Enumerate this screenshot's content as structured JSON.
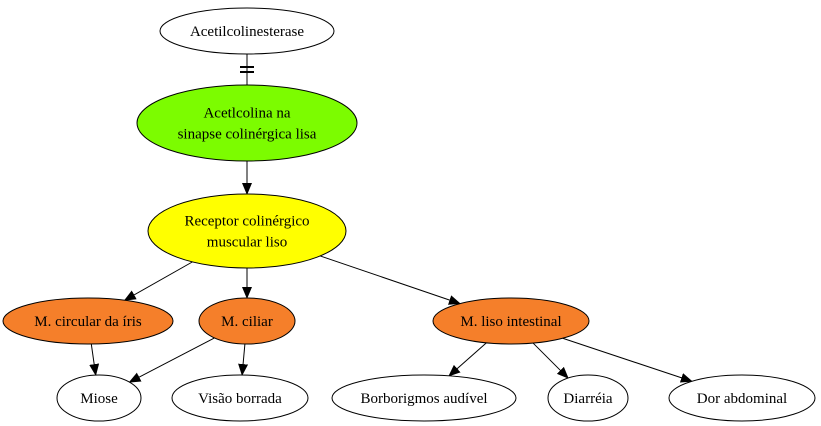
{
  "diagram": {
    "colors": {
      "green": "#7cfc00",
      "yellow": "#ffff00",
      "orange": "#f57f2a",
      "white": "#ffffff",
      "stroke": "#000000"
    },
    "nodes": [
      {
        "id": "acetilcolinesterase",
        "lines": [
          "Acetilcolinesterase"
        ],
        "fill": "white"
      },
      {
        "id": "acetilcolina",
        "lines": [
          "Acetlcolina na",
          "sinapse colinérgica lisa"
        ],
        "fill": "green"
      },
      {
        "id": "receptor",
        "lines": [
          "Receptor colinérgico",
          "muscular liso"
        ],
        "fill": "yellow"
      },
      {
        "id": "circular-iris",
        "lines": [
          "M. circular da íris"
        ],
        "fill": "orange"
      },
      {
        "id": "ciliar",
        "lines": [
          "M. ciliar"
        ],
        "fill": "orange"
      },
      {
        "id": "liso-intestinal",
        "lines": [
          "M. liso intestinal"
        ],
        "fill": "orange"
      },
      {
        "id": "miose",
        "lines": [
          "Miose"
        ],
        "fill": "white"
      },
      {
        "id": "visao-borrada",
        "lines": [
          "Visão borrada"
        ],
        "fill": "white"
      },
      {
        "id": "borborigmos",
        "lines": [
          "Borborigmos audível"
        ],
        "fill": "white"
      },
      {
        "id": "diarreia",
        "lines": [
          "Diarréia"
        ],
        "fill": "white"
      },
      {
        "id": "dor-abdominal",
        "lines": [
          "Dor abdominal"
        ],
        "fill": "white"
      }
    ],
    "edges": [
      {
        "from": "acetilcolinesterase",
        "to": "acetilcolina",
        "arrow": "tee"
      },
      {
        "from": "acetilcolina",
        "to": "receptor",
        "arrow": "normal"
      },
      {
        "from": "receptor",
        "to": "circular-iris",
        "arrow": "normal"
      },
      {
        "from": "receptor",
        "to": "ciliar",
        "arrow": "normal"
      },
      {
        "from": "receptor",
        "to": "liso-intestinal",
        "arrow": "normal"
      },
      {
        "from": "circular-iris",
        "to": "miose",
        "arrow": "normal"
      },
      {
        "from": "ciliar",
        "to": "miose",
        "arrow": "normal"
      },
      {
        "from": "ciliar",
        "to": "visao-borrada",
        "arrow": "normal"
      },
      {
        "from": "liso-intestinal",
        "to": "borborigmos",
        "arrow": "normal"
      },
      {
        "from": "liso-intestinal",
        "to": "diarreia",
        "arrow": "normal"
      },
      {
        "from": "liso-intestinal",
        "to": "dor-abdominal",
        "arrow": "normal"
      }
    ]
  }
}
